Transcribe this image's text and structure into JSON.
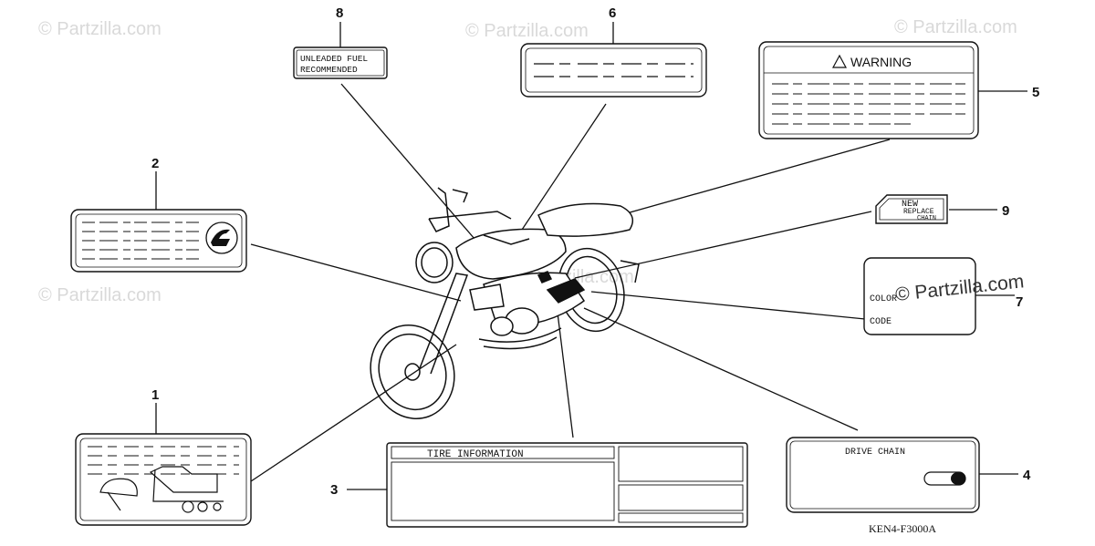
{
  "watermarks": {
    "faint": "© Partzilla.com",
    "center_right": "© Partzilla.com"
  },
  "callouts": {
    "c1": "1",
    "c2": "2",
    "c3": "3",
    "c4": "4",
    "c5": "5",
    "c6": "6",
    "c7": "7",
    "c8": "8",
    "c9": "9"
  },
  "labels": {
    "unleaded_line1": "UNLEADED FUEL",
    "unleaded_line2": "RECOMMENDED",
    "warning": "WARNING",
    "new": "NEW",
    "replace": "REPLACE",
    "chain": "CHAIN",
    "color": "COLOR",
    "code": "CODE",
    "tire_information": "TIRE INFORMATION",
    "drive_chain": "DRIVE CHAIN"
  },
  "reference_code": "KEN4-F3000A",
  "icons": [
    "warning-triangle-icon",
    "honda-wing-logo",
    "motorcycle-drawing",
    "chain-tool-icon"
  ]
}
